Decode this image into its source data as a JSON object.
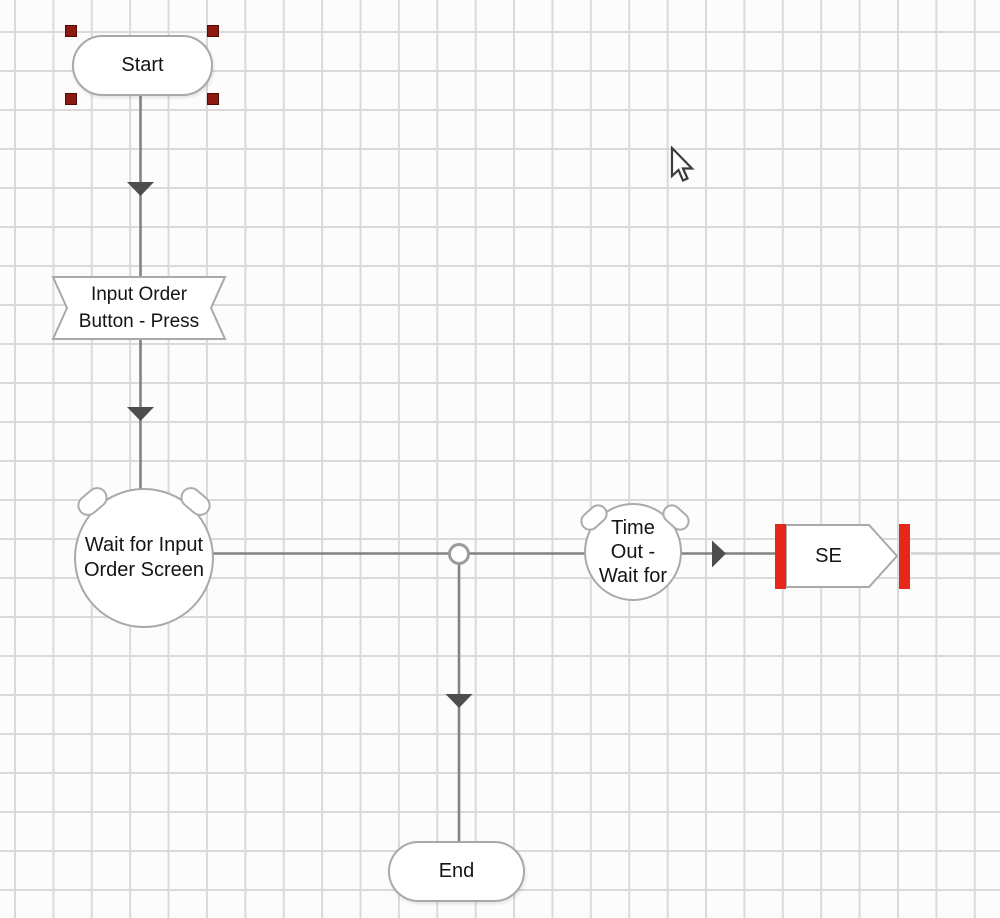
{
  "canvas": {
    "background": "#fcfcfc",
    "grid_line_color": "#dadada"
  },
  "colors": {
    "node_border": "#a9a9a9",
    "connector": "#828282",
    "arrowhead": "#4d4d4d",
    "selection_handle": "#8b1b11",
    "exception_bar": "#e8271b",
    "text": "#141414"
  },
  "nodes": {
    "start": {
      "label": "Start",
      "type": "terminator",
      "selected": true
    },
    "input_order_press": {
      "type": "action-banner",
      "lines": [
        "Input Order",
        "Button - Press"
      ]
    },
    "wait_input_order": {
      "type": "wait",
      "lines": [
        "Wait for Input",
        "Order Screen"
      ]
    },
    "time_out_wait": {
      "type": "wait",
      "lines": [
        "Time",
        "Out -",
        "Wait for"
      ]
    },
    "se_exception": {
      "type": "exception",
      "label": "SE"
    },
    "end": {
      "label": "End",
      "type": "terminator"
    }
  },
  "cursor": {
    "icon": "arrow-pointer"
  }
}
